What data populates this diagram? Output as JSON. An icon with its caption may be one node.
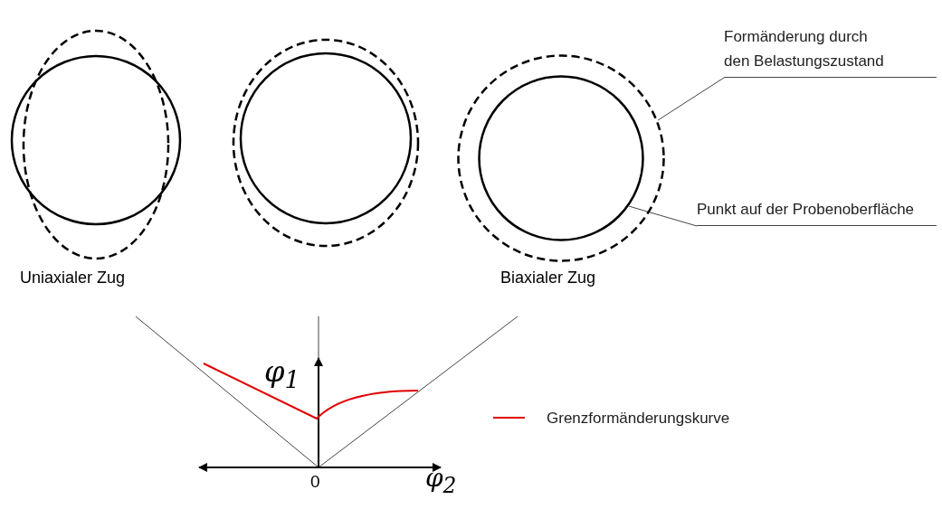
{
  "diagram": {
    "nodes": [
      {
        "text": [
          "Formänderung durch den Belastungszustand"
        ]
      },
      {
        "text": [],
        "shape": "circle"
      },
      {
        "text": [],
        "shape": "circle",
        "in": 1
      },
      {
        "text": [
          "Punkt auf der Probenoberfläche"
        ]
      }
    ],
    "edges": [
      {
        "from": 0,
        "to": 1,
        "arrow": "none"
      },
      {
        "from": 3,
        "to": 2,
        "arrow": "none"
      }
    ],
    "labels": [
      "Uniaxialer Zug",
      "Biaxialer Zug",
      "φ$_{1}$",
      "0",
      "φ$_{2}$"
    ],
    "legend": [
      {
        "text": "Grenzformänderungskurve"
      }
    ]
  }
}
